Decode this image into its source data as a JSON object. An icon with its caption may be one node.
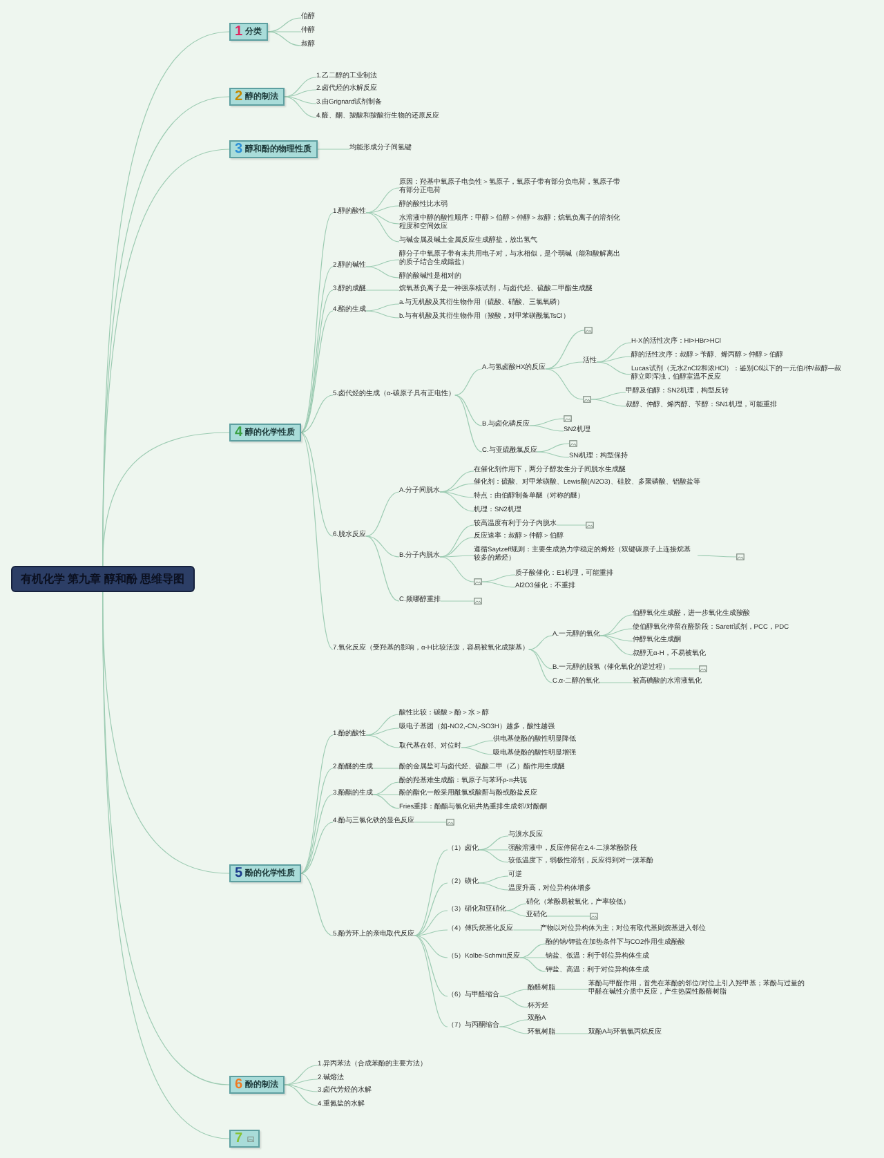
{
  "diagram": {
    "nodes": [
      {
        "text": [
          "有机化学 第九章 醇和酚 思维导图"
        ]
      },
      {
        "text": [
          "1",
          "分类"
        ]
      },
      {
        "text": [
          "伯醇"
        ]
      },
      {
        "text": [
          "仲醇"
        ]
      },
      {
        "text": [
          "叔醇"
        ]
      },
      {
        "text": [
          "2",
          "醇的制法"
        ]
      },
      {
        "text": [
          "1.乙二醇的工业制法"
        ]
      },
      {
        "text": [
          "2.卤代烃的水解反应"
        ]
      },
      {
        "text": [
          "3.由Grignard试剂制备"
        ]
      },
      {
        "text": [
          "4.醛、酮、羧酸和羧酸衍生物的还原反应"
        ]
      },
      {
        "text": [
          "3",
          "醇和酚的物理性质"
        ]
      },
      {
        "text": [
          "均能形成分子间氢键"
        ]
      },
      {
        "text": [
          "4",
          "醇的化学性质"
        ]
      },
      {
        "text": [
          "1.醇的酸性"
        ]
      },
      {
        "text": [
          "原因：羟基中氧原子电负性＞氢原子，氧原子带有部分负电荷，氢原子带有部分正电荷"
        ]
      },
      {
        "text": [
          "醇的酸性比水弱"
        ]
      },
      {
        "text": [
          "水溶液中醇的酸性顺序：甲醇＞伯醇＞仲醇＞叔醇；烷氧负离子的溶剂化程度和空间效应"
        ]
      },
      {
        "text": [
          "与碱金属及碱土金属反应生成醇盐，放出氢气"
        ]
      },
      {
        "text": [
          "2.醇的碱性"
        ]
      },
      {
        "text": [
          "醇分子中氧原子带有未共用电子对，与水相似，是个弱碱（能和酸解离出的质子结合生成鎓盐）"
        ]
      },
      {
        "text": [
          "醇的酸碱性是相对的"
        ]
      },
      {
        "text": [
          "3.醇的成醚"
        ]
      },
      {
        "text": [
          "烷氧基负离子是一种强亲核试剂，与卤代烃、硫酸二甲酯生成醚"
        ]
      },
      {
        "text": [
          "4.酯的生成"
        ]
      },
      {
        "text": [
          "a.与无机酸及其衍生物作用（硫酸、硝酸、三氯氧磷）"
        ]
      },
      {
        "text": [
          "b.与有机酸及其衍生物作用（羧酸，对甲苯磺酰氯TsCl）"
        ]
      },
      {
        "text": [
          "5.卤代烃的生成（α-碳原子具有正电性）"
        ]
      },
      {
        "text": [
          "A.与氢卤酸HX的反应"
        ]
      },
      {
        "text": [],
        "shape": "picture"
      },
      {
        "text": [
          "活性"
        ]
      },
      {
        "text": [
          "H-X的活性次序：HI>HBr>HCl"
        ]
      },
      {
        "text": [
          "醇的活性次序：叔醇＞苄醇、烯丙醇＞仲醇＞伯醇"
        ]
      },
      {
        "text": [
          "Lucas试剂（无水ZnCl2和浓HCl）：鉴别C6以下的一元伯/仲/叔醇—叔醇立即浑浊，伯醇室温不反应"
        ]
      },
      {
        "text": [],
        "shape": "picture"
      },
      {
        "text": [
          "甲醇及伯醇：SN2机理，构型反转"
        ]
      },
      {
        "text": [
          "叔醇、仲醇、烯丙醇、苄醇：SN1机理，可能重排"
        ]
      },
      {
        "text": [
          "B.与卤化磷反应"
        ]
      },
      {
        "text": [],
        "shape": "picture"
      },
      {
        "text": [
          "SN2机理"
        ]
      },
      {
        "text": [
          "C.与亚硫酰氯反应"
        ]
      },
      {
        "text": [],
        "shape": "picture"
      },
      {
        "text": [
          "SNi机理：构型保持"
        ]
      },
      {
        "text": [
          "6.脱水反应"
        ]
      },
      {
        "text": [
          "A.分子间脱水"
        ]
      },
      {
        "text": [
          "在催化剂作用下，两分子醇发生分子间脱水生成醚"
        ]
      },
      {
        "text": [
          "催化剂：硫酸、对甲苯磺酸、Lewis酸(Al2O3)、硅胶、多聚磷酸、铝酸盐等"
        ]
      },
      {
        "text": [
          "特点：由伯醇制备单醚（对称的醚）"
        ]
      },
      {
        "text": [
          "机理：SN2机理"
        ]
      },
      {
        "text": [
          "B.分子内脱水"
        ]
      },
      {
        "text": [
          "较高温度有利于分子内脱水"
        ]
      },
      {
        "text": [],
        "shape": "picture"
      },
      {
        "text": [
          "反应速率：叔醇＞仲醇＞伯醇"
        ]
      },
      {
        "text": [
          "遵循Saytzeff规则：主要生成热力学稳定的烯烃（双键碳原子上连接烷基较多的烯烃）"
        ]
      },
      {
        "text": [],
        "shape": "picture"
      },
      {
        "text": [],
        "shape": "picture"
      },
      {
        "text": [
          "质子酸催化：E1机理，可能重排"
        ]
      },
      {
        "text": [
          "Al2O3催化：不重排"
        ]
      },
      {
        "text": [
          "C.频哪醇重排"
        ]
      },
      {
        "text": [],
        "shape": "picture"
      },
      {
        "text": [
          "7.氧化反应（受羟基的影响，α-H比较活泼，容易被氧化成羰基）"
        ]
      },
      {
        "text": [
          "A.一元醇的氧化"
        ]
      },
      {
        "text": [
          "伯醇氧化生成醛，进一步氧化生成羧酸"
        ]
      },
      {
        "text": [
          "使伯醇氧化停留在醛阶段：Sarett试剂，PCC，PDC"
        ]
      },
      {
        "text": [
          "仲醇氧化生成酮"
        ]
      },
      {
        "text": [
          "叔醇无α-H，不易被氧化"
        ]
      },
      {
        "text": [
          "B.一元醇的脱氢（催化氧化的逆过程）"
        ]
      },
      {
        "text": [],
        "shape": "picture"
      },
      {
        "text": [
          "C.α-二醇的氧化"
        ]
      },
      {
        "text": [
          "被高碘酸的水溶液氧化"
        ]
      },
      {
        "text": [
          "5",
          "酚的化学性质"
        ]
      },
      {
        "text": [
          "1.酚的酸性"
        ]
      },
      {
        "text": [
          "酸性比较：碳酸＞酚＞水＞醇"
        ]
      },
      {
        "text": [
          "吸电子基团（如-NO2,-CN,-SO3H）越多，酸性越强"
        ]
      },
      {
        "text": [
          "取代基在邻、对位时"
        ]
      },
      {
        "text": [
          "供电基使酚的酸性明显降低"
        ]
      },
      {
        "text": [
          "吸电基使酚的酸性明显增强"
        ]
      },
      {
        "text": [
          "2.酚醚的生成"
        ]
      },
      {
        "text": [
          "酚的金属盐可与卤代烃、硫酸二甲（乙）酯作用生成醚"
        ]
      },
      {
        "text": [
          "3.酚酯的生成"
        ]
      },
      {
        "text": [
          "酚的羟基难生成酯：氧原子与苯环p-π共轭"
        ]
      },
      {
        "text": [
          "酚的酯化一般采用酰氯或酸酐与酚或酚盐反应"
        ]
      },
      {
        "text": [
          "Fries重排：酚酯与氯化铝共热重排生成邻/对酚酮"
        ]
      },
      {
        "text": [
          "4.酚与三氯化铁的显色反应"
        ]
      },
      {
        "text": [],
        "shape": "picture"
      },
      {
        "text": [
          "5.酚芳环上的亲电取代反应"
        ]
      },
      {
        "text": [
          "（1）卤化"
        ]
      },
      {
        "text": [
          "与溴水反应"
        ]
      },
      {
        "text": [
          "强酸溶液中，反应停留在2,4-二溴苯酚阶段"
        ]
      },
      {
        "text": [
          "较低温度下，弱极性溶剂，反应得到对一溴苯酚"
        ]
      },
      {
        "text": [
          "（2）磺化"
        ]
      },
      {
        "text": [
          "可逆"
        ]
      },
      {
        "text": [
          "温度升高，对位异构体增多"
        ]
      },
      {
        "text": [
          "（3）硝化和亚硝化"
        ]
      },
      {
        "text": [
          "硝化（苯酚易被氧化，产率较低）"
        ]
      },
      {
        "text": [
          "亚硝化"
        ]
      },
      {
        "text": [],
        "shape": "picture"
      },
      {
        "text": [
          "（4）傅氏烷基化反应"
        ]
      },
      {
        "text": [
          "产物以对位异构体为主；对位有取代基则烷基进入邻位"
        ]
      },
      {
        "text": [
          "（5）Kolbe-Schmitt反应"
        ]
      },
      {
        "text": [
          "酚的钠/钾盐在加热条件下与CO2作用生成酚酸"
        ]
      },
      {
        "text": [
          "钠盐、低温：利于邻位异构体生成"
        ]
      },
      {
        "text": [
          "钾盐、高温：利于对位异构体生成"
        ]
      },
      {
        "text": [
          "（6）与甲醛缩合"
        ]
      },
      {
        "text": [
          "酚醛树脂"
        ]
      },
      {
        "text": [
          "苯酚与甲醛作用，首先在苯酚的邻位/对位上引入羟甲基；苯酚与过量的甲醛在碱性介质中反应，产生热固性酚醛树脂"
        ]
      },
      {
        "text": [
          "杯芳烃"
        ]
      },
      {
        "text": [
          "（7）与丙酮缩合"
        ]
      },
      {
        "text": [
          "双酚A"
        ]
      },
      {
        "text": [
          "环氧树脂"
        ]
      },
      {
        "text": [
          "双酚A与环氧氯丙烷反应"
        ]
      },
      {
        "text": [
          "6",
          "酚的制法"
        ]
      },
      {
        "text": [
          "1.异丙苯法（合成苯酚的主要方法）"
        ]
      },
      {
        "text": [
          "2.碱熔法"
        ]
      },
      {
        "text": [
          "3.卤代芳烃的水解"
        ]
      },
      {
        "text": [
          "4.重氮盐的水解"
        ]
      },
      {
        "text": [
          "7"
        ]
      }
    ],
    "edges": [
      {
        "from": 0,
        "to": 1,
        "arrow": "none"
      },
      {
        "from": 1,
        "to": 2,
        "arrow": "none"
      },
      {
        "from": 1,
        "to": 3,
        "arrow": "none"
      },
      {
        "from": 1,
        "to": 4,
        "arrow": "none"
      },
      {
        "from": 0,
        "to": 5,
        "arrow": "none"
      },
      {
        "from": 5,
        "to": 6,
        "arrow": "none"
      },
      {
        "from": 5,
        "to": 7,
        "arrow": "none"
      },
      {
        "from": 5,
        "to": 8,
        "arrow": "none"
      },
      {
        "from": 5,
        "to": 9,
        "arrow": "none"
      },
      {
        "from": 0,
        "to": 10,
        "arrow": "none"
      },
      {
        "from": 10,
        "to": 11,
        "arrow": "none"
      },
      {
        "from": 0,
        "to": 12,
        "arrow": "none"
      },
      {
        "from": 12,
        "to": 13,
        "arrow": "none"
      },
      {
        "from": 13,
        "to": 14,
        "arrow": "none"
      },
      {
        "from": 13,
        "to": 15,
        "arrow": "none"
      },
      {
        "from": 13,
        "to": 16,
        "arrow": "none"
      },
      {
        "from": 13,
        "to": 17,
        "arrow": "none"
      },
      {
        "from": 12,
        "to": 18,
        "arrow": "none"
      },
      {
        "from": 18,
        "to": 19,
        "arrow": "none"
      },
      {
        "from": 18,
        "to": 20,
        "arrow": "none"
      },
      {
        "from": 12,
        "to": 21,
        "arrow": "none"
      },
      {
        "from": 21,
        "to": 22,
        "arrow": "none"
      },
      {
        "from": 12,
        "to": 23,
        "arrow": "none"
      },
      {
        "from": 23,
        "to": 24,
        "arrow": "none"
      },
      {
        "from": 23,
        "to": 25,
        "arrow": "none"
      },
      {
        "from": 12,
        "to": 26,
        "arrow": "none"
      },
      {
        "from": 26,
        "to": 27,
        "arrow": "none"
      },
      {
        "from": 27,
        "to": 28,
        "arrow": "none"
      },
      {
        "from": 27,
        "to": 29,
        "arrow": "none"
      },
      {
        "from": 29,
        "to": 30,
        "arrow": "none"
      },
      {
        "from": 29,
        "to": 31,
        "arrow": "none"
      },
      {
        "from": 29,
        "to": 32,
        "arrow": "none"
      },
      {
        "from": 27,
        "to": 33,
        "arrow": "none"
      },
      {
        "from": 33,
        "to": 34,
        "arrow": "none"
      },
      {
        "from": 33,
        "to": 35,
        "arrow": "none"
      },
      {
        "from": 26,
        "to": 36,
        "arrow": "none"
      },
      {
        "from": 36,
        "to": 37,
        "arrow": "none"
      },
      {
        "from": 36,
        "to": 38,
        "arrow": "none"
      },
      {
        "from": 26,
        "to": 39,
        "arrow": "none"
      },
      {
        "from": 39,
        "to": 40,
        "arrow": "none"
      },
      {
        "from": 39,
        "to": 41,
        "arrow": "none"
      },
      {
        "from": 12,
        "to": 42,
        "arrow": "none"
      },
      {
        "from": 42,
        "to": 43,
        "arrow": "none"
      },
      {
        "from": 43,
        "to": 44,
        "arrow": "none"
      },
      {
        "from": 43,
        "to": 45,
        "arrow": "none"
      },
      {
        "from": 43,
        "to": 46,
        "arrow": "none"
      },
      {
        "from": 43,
        "to": 47,
        "arrow": "none"
      },
      {
        "from": 42,
        "to": 48,
        "arrow": "none"
      },
      {
        "from": 48,
        "to": 49,
        "arrow": "none"
      },
      {
        "from": 49,
        "to": 50,
        "arrow": "none"
      },
      {
        "from": 48,
        "to": 51,
        "arrow": "none"
      },
      {
        "from": 48,
        "to": 52,
        "arrow": "none"
      },
      {
        "from": 52,
        "to": 53,
        "arrow": "none"
      },
      {
        "from": 48,
        "to": 54,
        "arrow": "none"
      },
      {
        "from": 54,
        "to": 55,
        "arrow": "none"
      },
      {
        "from": 54,
        "to": 56,
        "arrow": "none"
      },
      {
        "from": 42,
        "to": 57,
        "arrow": "none"
      },
      {
        "from": 57,
        "to": 58,
        "arrow": "none"
      },
      {
        "from": 12,
        "to": 59,
        "arrow": "none"
      },
      {
        "from": 59,
        "to": 60,
        "arrow": "none"
      },
      {
        "from": 60,
        "to": 61,
        "arrow": "none"
      },
      {
        "from": 60,
        "to": 62,
        "arrow": "none"
      },
      {
        "from": 60,
        "to": 63,
        "arrow": "none"
      },
      {
        "from": 60,
        "to": 64,
        "arrow": "none"
      },
      {
        "from": 59,
        "to": 65,
        "arrow": "none"
      },
      {
        "from": 65,
        "to": 66,
        "arrow": "none"
      },
      {
        "from": 59,
        "to": 67,
        "arrow": "none"
      },
      {
        "from": 67,
        "to": 68,
        "arrow": "none"
      },
      {
        "from": 0,
        "to": 69,
        "arrow": "none"
      },
      {
        "from": 69,
        "to": 70,
        "arrow": "none"
      },
      {
        "from": 70,
        "to": 71,
        "arrow": "none"
      },
      {
        "from": 70,
        "to": 72,
        "arrow": "none"
      },
      {
        "from": 70,
        "to": 73,
        "arrow": "none"
      },
      {
        "from": 73,
        "to": 74,
        "arrow": "none"
      },
      {
        "from": 73,
        "to": 75,
        "arrow": "none"
      },
      {
        "from": 69,
        "to": 76,
        "arrow": "none"
      },
      {
        "from": 76,
        "to": 77,
        "arrow": "none"
      },
      {
        "from": 69,
        "to": 78,
        "arrow": "none"
      },
      {
        "from": 78,
        "to": 79,
        "arrow": "none"
      },
      {
        "from": 78,
        "to": 80,
        "arrow": "none"
      },
      {
        "from": 78,
        "to": 81,
        "arrow": "none"
      },
      {
        "from": 69,
        "to": 82,
        "arrow": "none"
      },
      {
        "from": 82,
        "to": 83,
        "arrow": "none"
      },
      {
        "from": 69,
        "to": 84,
        "arrow": "none"
      },
      {
        "from": 84,
        "to": 85,
        "arrow": "none"
      },
      {
        "from": 85,
        "to": 86,
        "arrow": "none"
      },
      {
        "from": 85,
        "to": 87,
        "arrow": "none"
      },
      {
        "from": 85,
        "to": 88,
        "arrow": "none"
      },
      {
        "from": 84,
        "to": 89,
        "arrow": "none"
      },
      {
        "from": 89,
        "to": 90,
        "arrow": "none"
      },
      {
        "from": 89,
        "to": 91,
        "arrow": "none"
      },
      {
        "from": 84,
        "to": 92,
        "arrow": "none"
      },
      {
        "from": 92,
        "to": 93,
        "arrow": "none"
      },
      {
        "from": 92,
        "to": 94,
        "arrow": "none"
      },
      {
        "from": 94,
        "to": 95,
        "arrow": "none"
      },
      {
        "from": 84,
        "to": 96,
        "arrow": "none"
      },
      {
        "from": 96,
        "to": 97,
        "arrow": "none"
      },
      {
        "from": 84,
        "to": 98,
        "arrow": "none"
      },
      {
        "from": 98,
        "to": 99,
        "arrow": "none"
      },
      {
        "from": 98,
        "to": 100,
        "arrow": "none"
      },
      {
        "from": 98,
        "to": 101,
        "arrow": "none"
      },
      {
        "from": 84,
        "to": 102,
        "arrow": "none"
      },
      {
        "from": 102,
        "to": 103,
        "arrow": "none"
      },
      {
        "from": 103,
        "to": 104,
        "arrow": "none"
      },
      {
        "from": 102,
        "to": 105,
        "arrow": "none"
      },
      {
        "from": 84,
        "to": 106,
        "arrow": "none"
      },
      {
        "from": 106,
        "to": 107,
        "arrow": "none"
      },
      {
        "from": 106,
        "to": 108,
        "arrow": "none"
      },
      {
        "from": 108,
        "to": 109,
        "arrow": "none"
      },
      {
        "from": 0,
        "to": 110,
        "arrow": "none"
      },
      {
        "from": 110,
        "to": 111,
        "arrow": "none"
      },
      {
        "from": 110,
        "to": 112,
        "arrow": "none"
      },
      {
        "from": 110,
        "to": 113,
        "arrow": "none"
      },
      {
        "from": 110,
        "to": 114,
        "arrow": "none"
      },
      {
        "from": 0,
        "to": 115,
        "arrow": "none"
      }
    ]
  }
}
